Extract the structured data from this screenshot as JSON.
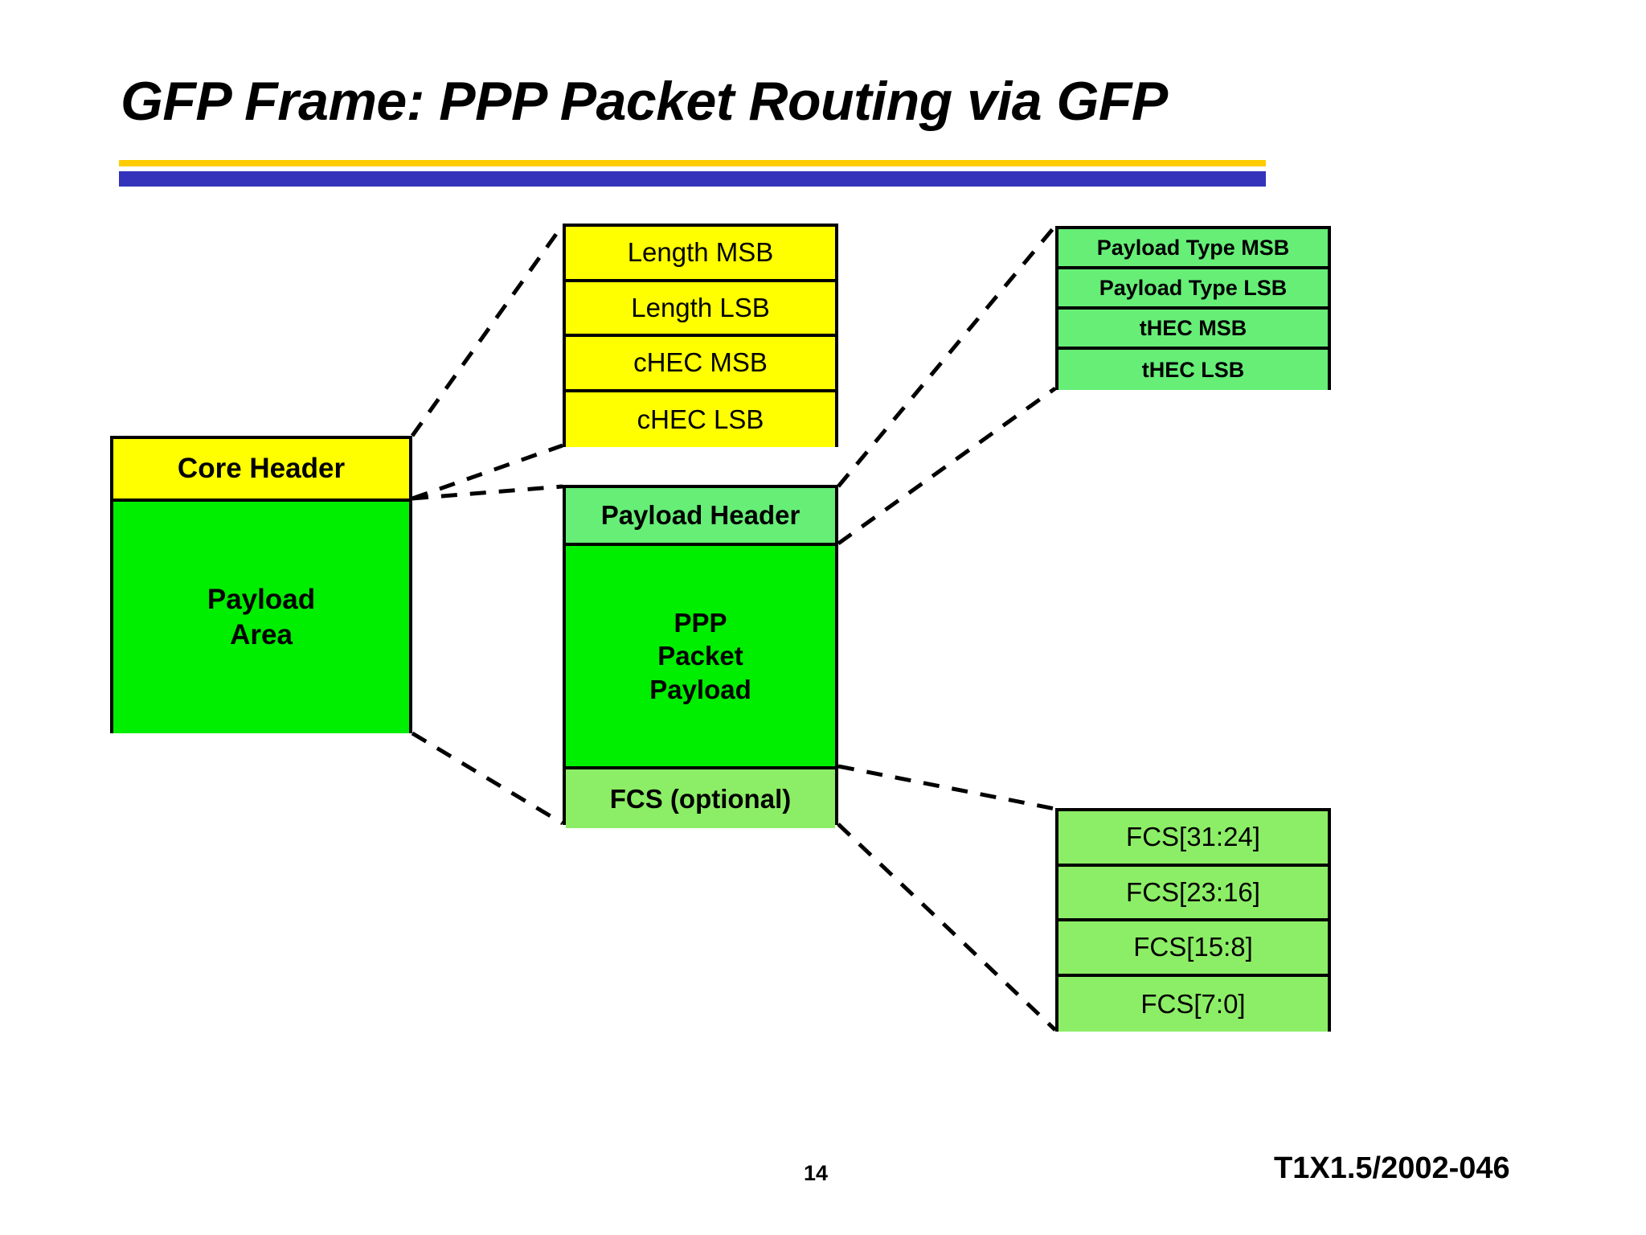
{
  "slide": {
    "title": "GFP Frame:  PPP Packet Routing via GFP",
    "page_number": "14",
    "doc_ref": "T1X1.5/2002-046",
    "colors": {
      "rule_top": "#FFCC00",
      "rule_bottom": "#3333BB",
      "yellow": "#FFFF00",
      "green_bright": "#00EE00",
      "green_light": "#66EE77",
      "green_light_2": "#8CEE66",
      "outline": "#000000"
    }
  },
  "left_frame": {
    "core_header": "Core Header",
    "payload_area_line1": "Payload",
    "payload_area_line2": "Area"
  },
  "core_header_detail": {
    "rows": [
      {
        "label": "Length MSB"
      },
      {
        "label": "Length LSB"
      },
      {
        "label": "cHEC MSB"
      },
      {
        "label": "cHEC LSB"
      }
    ]
  },
  "payload_header_detail": {
    "rows": [
      {
        "label": "Payload Type MSB"
      },
      {
        "label": "Payload Type LSB"
      },
      {
        "label": "tHEC MSB"
      },
      {
        "label": "tHEC LSB"
      }
    ]
  },
  "payload_area_detail": {
    "payload_header": "Payload Header",
    "ppp_payload_line1": "PPP",
    "ppp_payload_line2": "Packet",
    "ppp_payload_line3": "Payload",
    "fcs_optional": "FCS (optional)"
  },
  "fcs_detail": {
    "rows": [
      {
        "label": "FCS[31:24]"
      },
      {
        "label": "FCS[23:16]"
      },
      {
        "label": "FCS[15:8]"
      },
      {
        "label": "FCS[7:0]"
      }
    ]
  }
}
